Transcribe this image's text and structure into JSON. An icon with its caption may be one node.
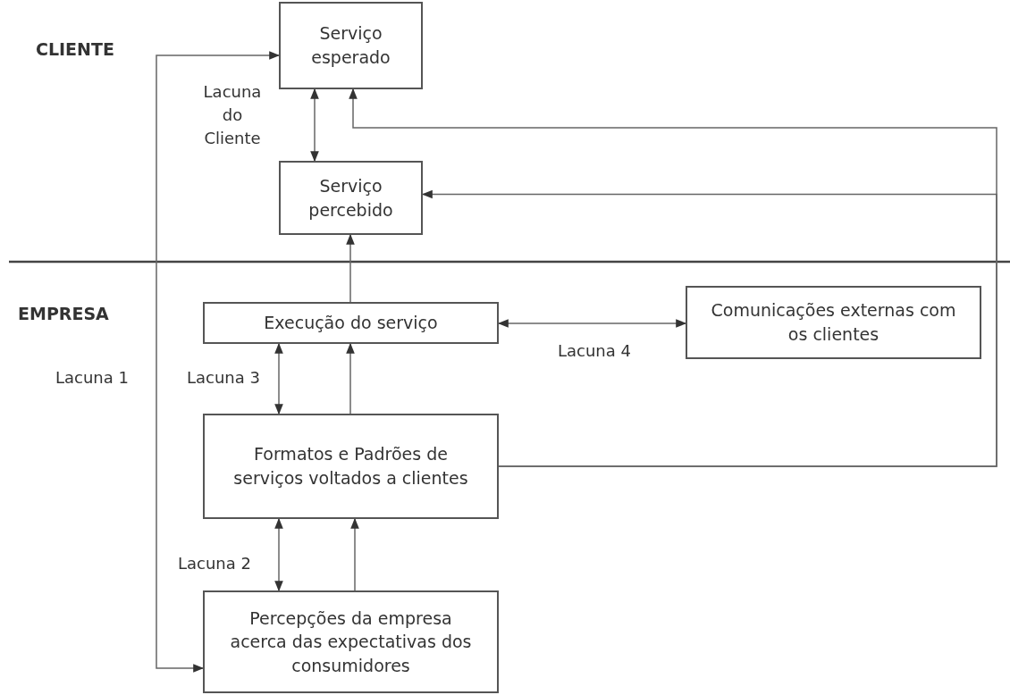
{
  "diagram": {
    "nodes": [
      {
        "text": [
          "Serviço esperado"
        ]
      },
      {
        "text": [
          "Serviço percebido"
        ]
      },
      {
        "text": [
          "Execução do serviço"
        ]
      },
      {
        "text": [
          "Comunicações externas com os clientes"
        ]
      },
      {
        "text": [
          "Formatos e Padrões de serviços voltados a clientes"
        ]
      },
      {
        "text": [
          "Percepções da empresa acerca das expectativas dos consumidores"
        ]
      }
    ],
    "edges": [
      {
        "from": 1,
        "to": 0,
        "arrow": "both",
        "label": "Lacuna do Cliente"
      },
      {
        "from": 2,
        "to": 1,
        "arrow": "to"
      },
      {
        "from": 4,
        "to": 2,
        "arrow": "both",
        "label": "Lacuna 3"
      },
      {
        "from": 4,
        "to": 2,
        "arrow": "to"
      },
      {
        "from": 5,
        "to": 4,
        "arrow": "both",
        "label": "Lacuna 2"
      },
      {
        "from": 5,
        "to": 4,
        "arrow": "to"
      },
      {
        "from": 2,
        "to": 3,
        "arrow": "both",
        "label": "Lacuna 4"
      },
      {
        "from": 4,
        "to": 1,
        "arrow": "to"
      },
      {
        "from": 4,
        "to": 0,
        "arrow": "to"
      },
      {
        "from": 5,
        "to": 0,
        "arrow": "both",
        "label": "Lacuna 1"
      }
    ],
    "labels": [
      "CLIENTE",
      "EMPRESA"
    ]
  }
}
